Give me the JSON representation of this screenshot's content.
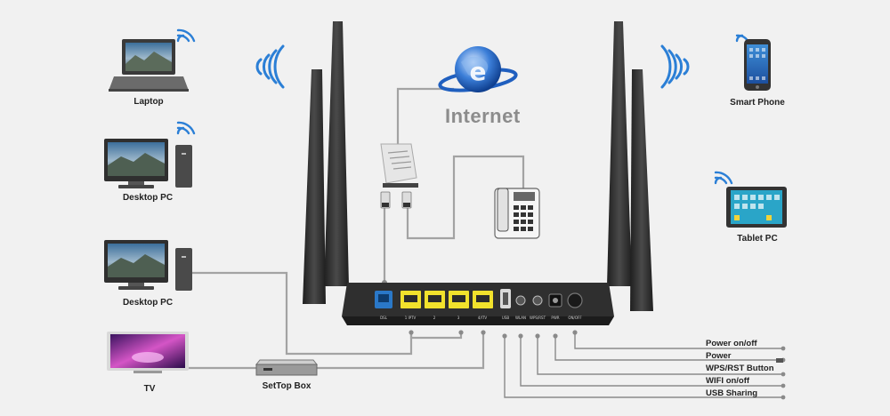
{
  "internet": "Internet",
  "devices": {
    "laptop": "Laptop",
    "desktop1": "Desktop PC",
    "desktop2": "Desktop PC",
    "tv": "TV",
    "settop": "SetTop Box",
    "smartphone": "Smart Phone",
    "tablet": "Tablet PC"
  },
  "callouts": [
    "Power on/off",
    "Power",
    "WPS/RST Button",
    "WIFI on/off",
    "USB Sharing"
  ],
  "ports": {
    "dsl": "DSL",
    "lan1": "1 IPTV",
    "lan2": "2",
    "lan3": "3",
    "lan4": "4/ITV",
    "usb": "USB",
    "wlan": "WLAN",
    "wpsrst": "WPS/RST",
    "pwr": "PWR",
    "onoff": "ON/OFF"
  },
  "colors": {
    "router": "#2b2b2b",
    "lan_port": "#f1e12c",
    "dsl_port": "#2a78c8",
    "cable": "#9a9a9a",
    "wifi": "#2b7fd6"
  }
}
